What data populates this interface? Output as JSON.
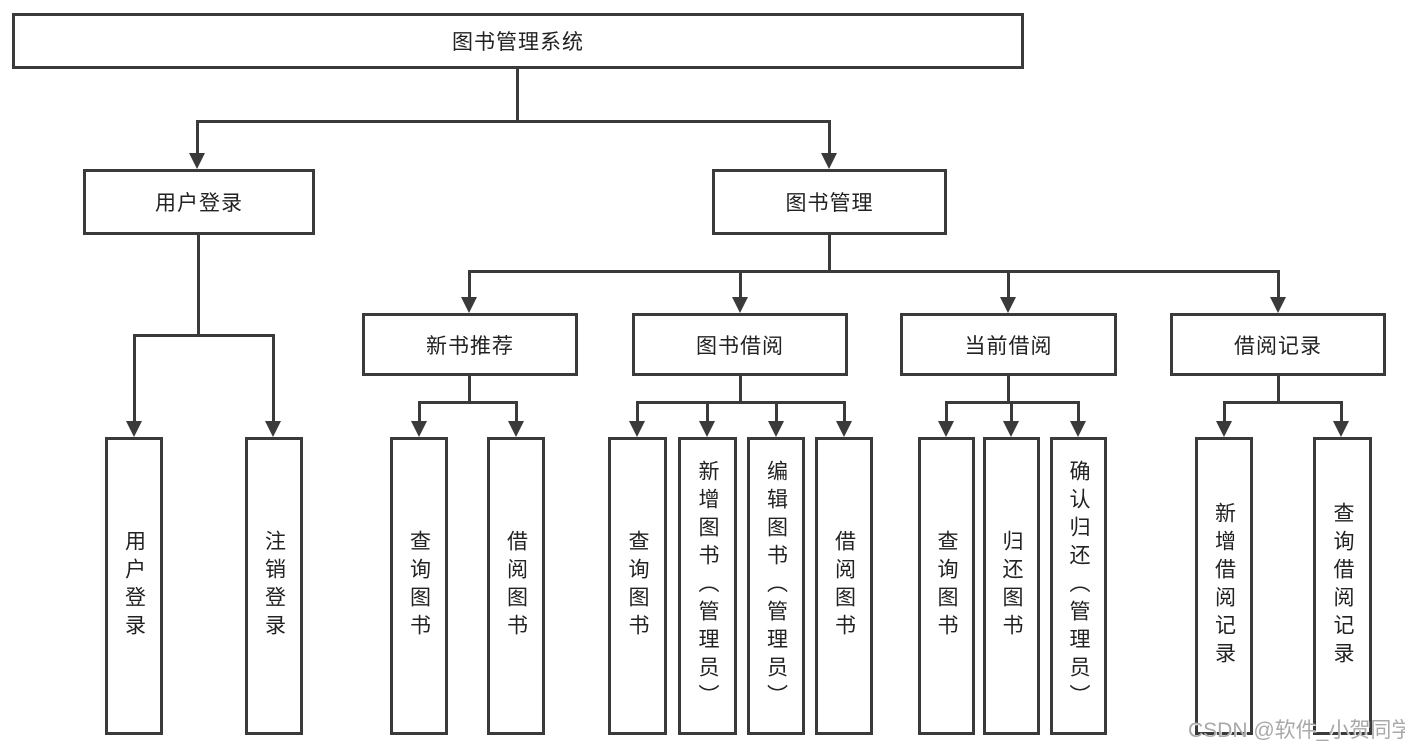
{
  "tree": {
    "root": {
      "label": "图书管理系统"
    },
    "level1": [
      {
        "label": "用户登录",
        "children": [
          {
            "label": "用户登录"
          },
          {
            "label": "注销登录"
          }
        ]
      },
      {
        "label": "图书管理",
        "children": [
          {
            "label": "新书推荐",
            "children": [
              {
                "label": "查询图书"
              },
              {
                "label": "借阅图书"
              }
            ]
          },
          {
            "label": "图书借阅",
            "children": [
              {
                "label": "查询图书"
              },
              {
                "label": "新增图书（管理员）"
              },
              {
                "label": "编辑图书（管理员）"
              },
              {
                "label": "借阅图书"
              }
            ]
          },
          {
            "label": "当前借阅",
            "children": [
              {
                "label": "查询图书"
              },
              {
                "label": "归还图书"
              },
              {
                "label": "确认归还（管理员）"
              }
            ]
          },
          {
            "label": "借阅记录",
            "children": [
              {
                "label": "新增借阅记录"
              },
              {
                "label": "查询借阅记录"
              }
            ]
          }
        ]
      }
    ]
  },
  "watermark": {
    "text": "CSDN @软件_小贺同学"
  },
  "colors": {
    "line": "#3a3a3a",
    "text": "#222222",
    "watermark": "#a9a9a9",
    "bg": "#ffffff"
  }
}
